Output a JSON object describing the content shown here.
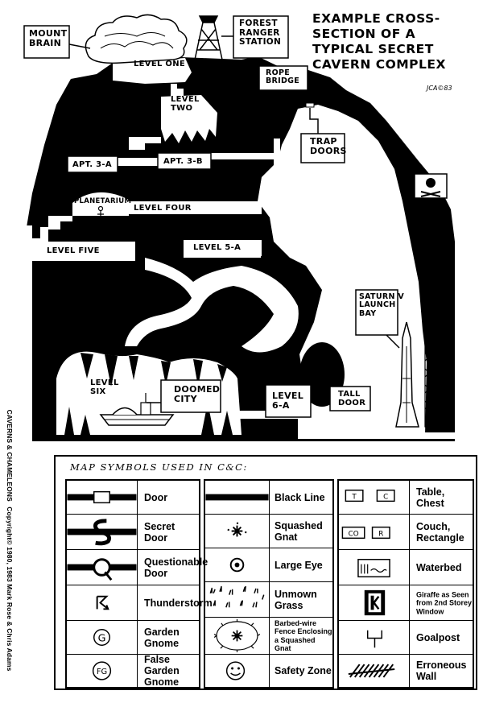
{
  "title": "EXAMPLE CROSS-SECTION OF A TYPICAL SECRET CAVERN COMPLEX",
  "title_lines": [
    "EXAMPLE CROSS-",
    "SECTION OF A",
    "TYPICAL SECRET",
    "CAVERN COMPLEX"
  ],
  "signature": "JCA©83",
  "copyright": {
    "product": "CAVERNS & CHAMELEONS",
    "text": "Copyright© 1980, 1983 Mark Rose & Chris Adams"
  },
  "map_labels": {
    "mount_brain": [
      "MOUNT",
      "BRAIN"
    ],
    "forest_ranger": [
      "FOREST",
      "RANGER",
      "STATION"
    ],
    "level_one": "LEVEL ONE",
    "level_two": [
      "LEVEL",
      "TWO"
    ],
    "rope_bridge": [
      "ROPE",
      "BRIDGE"
    ],
    "trap_doors": [
      "TRAP",
      "DOORS"
    ],
    "apt_3a": "APT. 3-A",
    "apt_3b": "APT. 3-B",
    "planetarium": "PLANETARIUM",
    "level_four": "LEVEL FOUR",
    "level_five": "LEVEL FIVE",
    "level_5a": "LEVEL 5-A",
    "saturn_v": [
      "SATURN V",
      "LAUNCH",
      "BAY"
    ],
    "level_six": [
      "LEVEL",
      "SIX"
    ],
    "doomed_city": [
      "DOOMED",
      "CITY"
    ],
    "level_6a": [
      "LEVEL",
      "6-A"
    ],
    "tall_door": [
      "TALL",
      "DOOR"
    ]
  },
  "legend": {
    "title": "MAP SYMBOLS USED IN C&C:",
    "columns": [
      [
        {
          "icon": "door-symbol",
          "label": "Door"
        },
        {
          "icon": "secret-door-symbol",
          "label": "Secret Door"
        },
        {
          "icon": "questionable-door-symbol",
          "label": "Questionable Door"
        },
        {
          "icon": "thunderstorm-symbol",
          "label": "Thunderstorm"
        },
        {
          "icon": "garden-gnome-symbol",
          "label": "Garden Gnome",
          "glyph": "G"
        },
        {
          "icon": "false-garden-gnome-symbol",
          "label": "False Garden Gnome",
          "glyph": "FG"
        }
      ],
      [
        {
          "icon": "black-line-symbol",
          "label": "Black Line"
        },
        {
          "icon": "squashed-gnat-symbol",
          "label": "Squashed Gnat"
        },
        {
          "icon": "large-eye-symbol",
          "label": "Large Eye"
        },
        {
          "icon": "unmown-grass-symbol",
          "label": "Unmown Grass"
        },
        {
          "icon": "barbed-wire-symbol",
          "label": "Barbed-wire Fence Enclosing a Squashed Gnat"
        },
        {
          "icon": "safety-zone-symbol",
          "label": "Safety Zone"
        }
      ],
      [
        {
          "icon": "table-chest-symbol",
          "label": "Table, Chest",
          "glyphs": [
            "T",
            "C"
          ]
        },
        {
          "icon": "couch-rectangle-symbol",
          "label": "Couch, Rectangle",
          "glyphs": [
            "CO",
            "R"
          ]
        },
        {
          "icon": "waterbed-symbol",
          "label": "Waterbed"
        },
        {
          "icon": "giraffe-symbol",
          "label": "Giraffe as Seen from 2nd Storey Window"
        },
        {
          "icon": "goalpost-symbol",
          "label": "Goalpost"
        },
        {
          "icon": "erroneous-wall-symbol",
          "label": "Erroneous Wall"
        }
      ]
    ]
  }
}
